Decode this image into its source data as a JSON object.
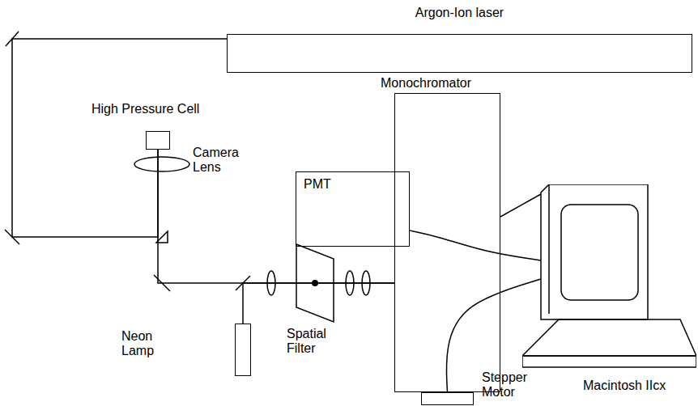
{
  "diagram": {
    "nodes": [
      {
        "text": [
          "Argon-Ion laser"
        ]
      },
      {
        "text": [
          "High Pressure Cell"
        ]
      },
      {
        "text": [
          "Monochromator"
        ]
      },
      {
        "text": [
          "PMT"
        ]
      },
      {
        "text": [
          "Neon Lamp"
        ]
      },
      {
        "text": [
          "Stepper Motor"
        ]
      },
      {
        "text": [
          "Macintosh IIcx"
        ]
      }
    ],
    "edges": [
      {
        "from": 0,
        "to": 1,
        "arrow": "none"
      },
      {
        "from": 1,
        "to": 2,
        "arrow": "none"
      },
      {
        "from": 4,
        "to": 2,
        "arrow": "none"
      },
      {
        "from": 3,
        "to": 6,
        "arrow": "none"
      },
      {
        "from": 2,
        "to": 6,
        "arrow": "none"
      },
      {
        "from": 5,
        "to": 6,
        "arrow": "none"
      }
    ],
    "labels": [
      "Camera Lens",
      "Spatial Filter"
    ]
  }
}
